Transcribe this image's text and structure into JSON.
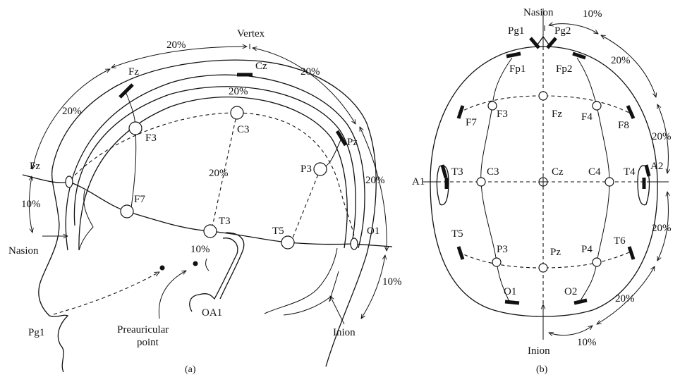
{
  "panel_a": {
    "caption": "(a)",
    "electrodes": {
      "fz_upper": "Fz",
      "fz_front": "Fz",
      "cz": "Cz",
      "pz": "Pz",
      "f3": "F3",
      "c3": "C3",
      "p3": "P3",
      "f7": "F7",
      "t3": "T3",
      "t5": "T5",
      "o1": "O1",
      "oa1": "OA1",
      "pg1": "Pg1"
    },
    "landmarks": {
      "vertex": "Vertex",
      "nasion": "Nasion",
      "inion": "Inion",
      "preauricular_1": "Preauricular",
      "preauricular_2": "point"
    },
    "percentages": {
      "top_left": "20%",
      "left_upper": "20%",
      "inner_top": "20%",
      "top_right": "20%",
      "right_middle": "20%",
      "center_vertical": "20%",
      "nasion_gap": "10%",
      "ear_gap": "10%",
      "inion_gap": "10%"
    }
  },
  "panel_b": {
    "caption": "(b)",
    "electrodes": {
      "pg1": "Pg1",
      "pg2": "Pg2",
      "fp1": "Fp1",
      "fp2": "Fp2",
      "f7": "F7",
      "f3": "F3",
      "fz": "Fz",
      "f4": "F4",
      "f8": "F8",
      "a1": "A1",
      "t3": "T3",
      "c3": "C3",
      "cz": "Cz",
      "c4": "C4",
      "t4": "T4",
      "a2": "A2",
      "t5": "T5",
      "p3": "P3",
      "pz": "Pz",
      "p4": "P4",
      "t6": "T6",
      "o1": "O1",
      "o2": "O2"
    },
    "landmarks": {
      "nasion": "Nasion",
      "inion": "Inion"
    },
    "percentages": {
      "top": "10%",
      "upper_right": "20%",
      "right_upper_mid": "20%",
      "right_lower_mid": "20%",
      "lower_right": "20%",
      "bottom": "10%"
    }
  }
}
